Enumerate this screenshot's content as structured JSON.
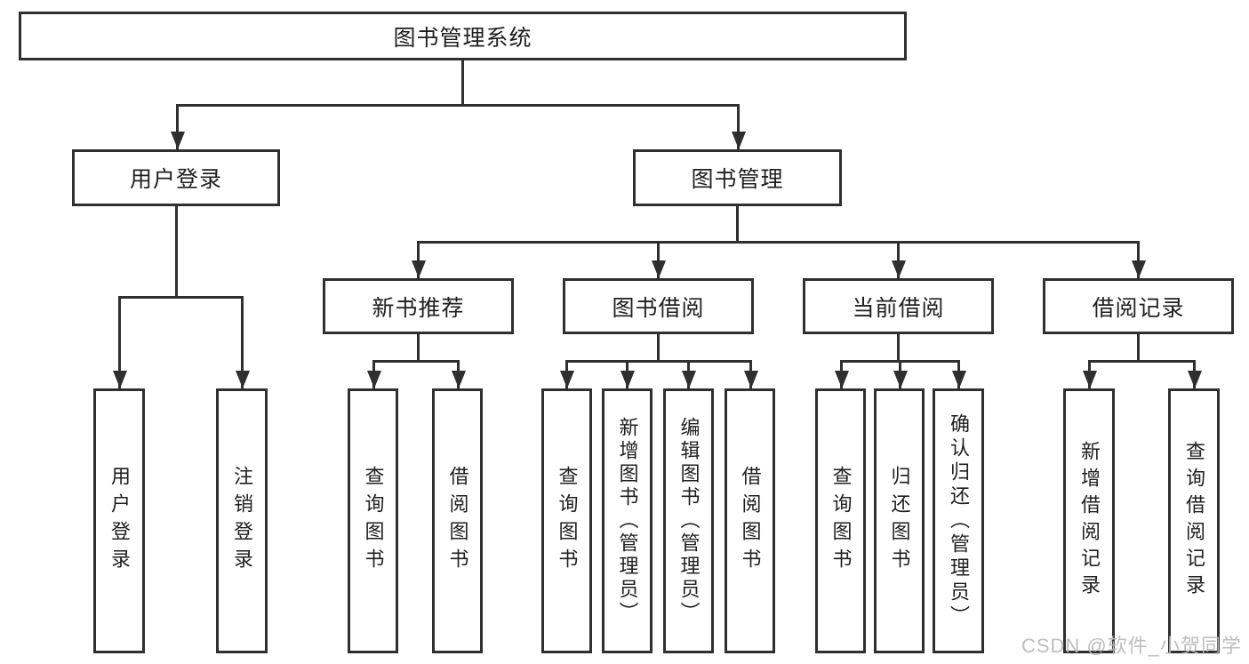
{
  "diagram": {
    "root": "图书管理系统",
    "user_login": {
      "label": "用户登录",
      "children": [
        "用户登录",
        "注销登录"
      ]
    },
    "book_mgmt": {
      "label": "图书管理"
    },
    "new_books": {
      "label": "新书推荐",
      "children": [
        "查询图书",
        "借阅图书"
      ]
    },
    "borrow": {
      "label": "图书借阅",
      "children": [
        "查询图书",
        "新增图书（管理员）",
        "编辑图书（管理员）",
        "借阅图书"
      ]
    },
    "current": {
      "label": "当前借阅",
      "children": [
        "查询图书",
        "归还图书",
        "确认归还（管理员）"
      ]
    },
    "records": {
      "label": "借阅记录",
      "children": [
        "新增借阅记录",
        "查询借阅记录"
      ]
    }
  },
  "watermark": "CSDN @软件_小贺同学",
  "colors": {
    "line": "#2f2f2f",
    "text": "#1f1f1f",
    "watermark": "#b9b9b9",
    "background": "#ffffff"
  }
}
